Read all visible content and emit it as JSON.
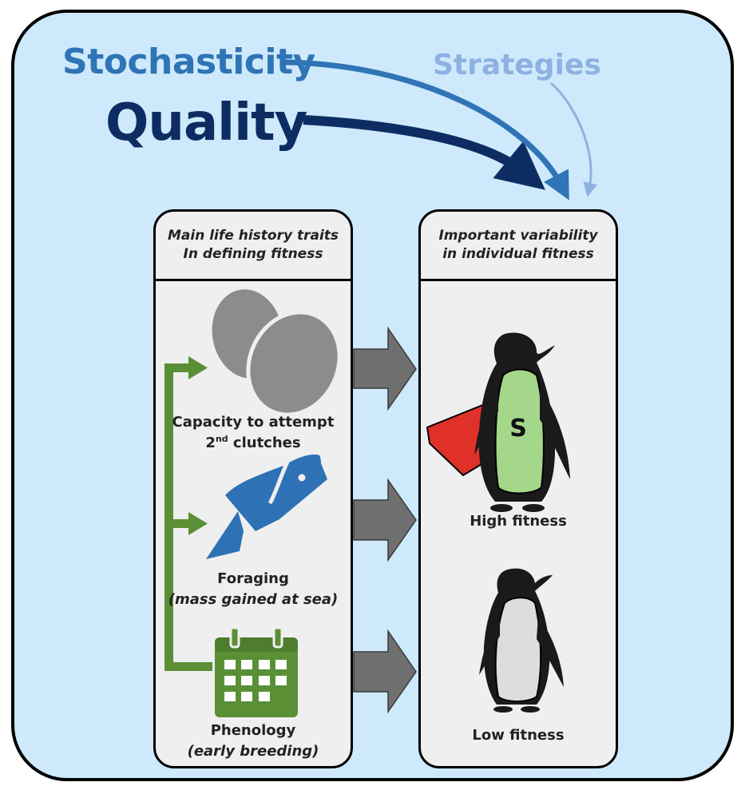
{
  "top_words": {
    "stochasticity": "Stochasticity",
    "quality": "Quality",
    "strategies": "Strategies"
  },
  "left_panel": {
    "header_line1": "Main life history traits",
    "header_line2": "In defining fitness",
    "items": [
      {
        "line1": "Capacity to attempt",
        "line2_prefix": "2",
        "line2_sup": "nd",
        "line2_suffix": " clutches",
        "icon": "eggs-icon"
      },
      {
        "line1": "Foraging",
        "line2": "(mass gained at sea)",
        "icon": "fish-icon"
      },
      {
        "line1": "Phenology",
        "line2": "(early breeding)",
        "icon": "calendar-icon"
      }
    ]
  },
  "right_panel": {
    "header_line1": "Important variability",
    "header_line2": "in individual fitness",
    "high_label": "High fitness",
    "low_label": "Low fitness",
    "super_letter": "S"
  },
  "colors": {
    "stochasticity": "#2f74b5",
    "quality": "#0d2d62",
    "strategies": "#8eb1e2",
    "green": "#5b8f36",
    "fish": "#2e72b5",
    "gray_arrow": "#6f6f6f",
    "penguin_green": "#a4d78a",
    "cape": "#e0302a"
  }
}
